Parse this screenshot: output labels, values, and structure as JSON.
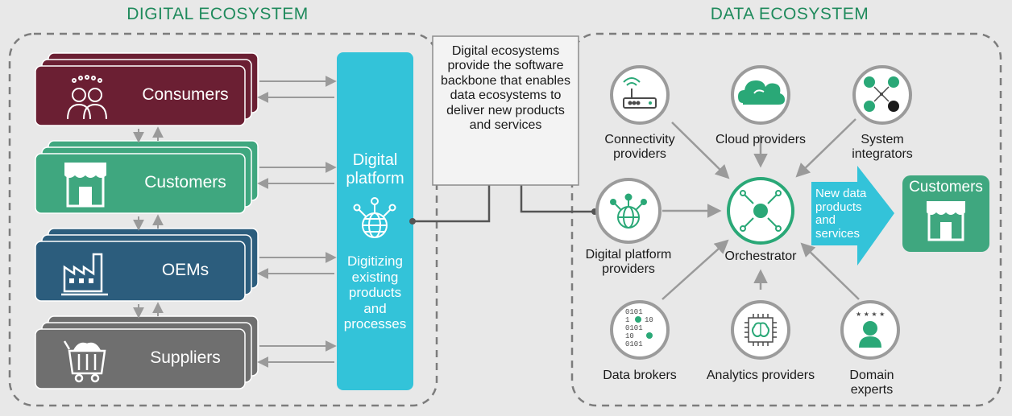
{
  "titles": {
    "digital_ecosystem": "DIGITAL ECOSYSTEM",
    "data_ecosystem": "DATA ECOSYSTEM"
  },
  "colors": {
    "consumers": "#6b1f33",
    "customers": "#3fa77f",
    "oems": "#2c5d7d",
    "suppliers": "#6f6f6f",
    "platform": "#33c3d9",
    "accent_green": "#1f8a5c",
    "background": "#e8e8e8"
  },
  "stakeholders": [
    {
      "label": "Consumers",
      "icon": "people-icon"
    },
    {
      "label": "Customers",
      "icon": "storefront-icon"
    },
    {
      "label": "OEMs",
      "icon": "factory-icon"
    },
    {
      "label": "Suppliers",
      "icon": "mine-cart-icon"
    }
  ],
  "platform": {
    "title": "Digital platform",
    "subtitle": "Digitizing existing products and processes",
    "icon": "globe-network-icon"
  },
  "callout": {
    "text": "Digital ecosystems provide the software backbone that enables data ecosystems to deliver new products and services"
  },
  "data_nodes": {
    "connectivity": {
      "label": "Connectivity providers",
      "icon": "router-icon"
    },
    "cloud": {
      "label": "Cloud providers",
      "icon": "cloud-icon"
    },
    "integrators": {
      "label": "System integrators",
      "icon": "devices-network-icon"
    },
    "digital_platform": {
      "label": "Digital platform providers",
      "icon": "globe-network-icon"
    },
    "orchestrator": {
      "label": "Orchestrator",
      "icon": "hub-icon"
    },
    "brokers": {
      "label": "Data brokers",
      "icon": "binary-data-icon"
    },
    "analytics": {
      "label": "Analytics providers",
      "icon": "brain-chip-icon"
    },
    "experts": {
      "label": "Domain experts",
      "icon": "expert-person-icon"
    }
  },
  "output": {
    "arrow_text": "New data products and services",
    "customers_label": "Customers",
    "customers_icon": "storefront-icon"
  }
}
